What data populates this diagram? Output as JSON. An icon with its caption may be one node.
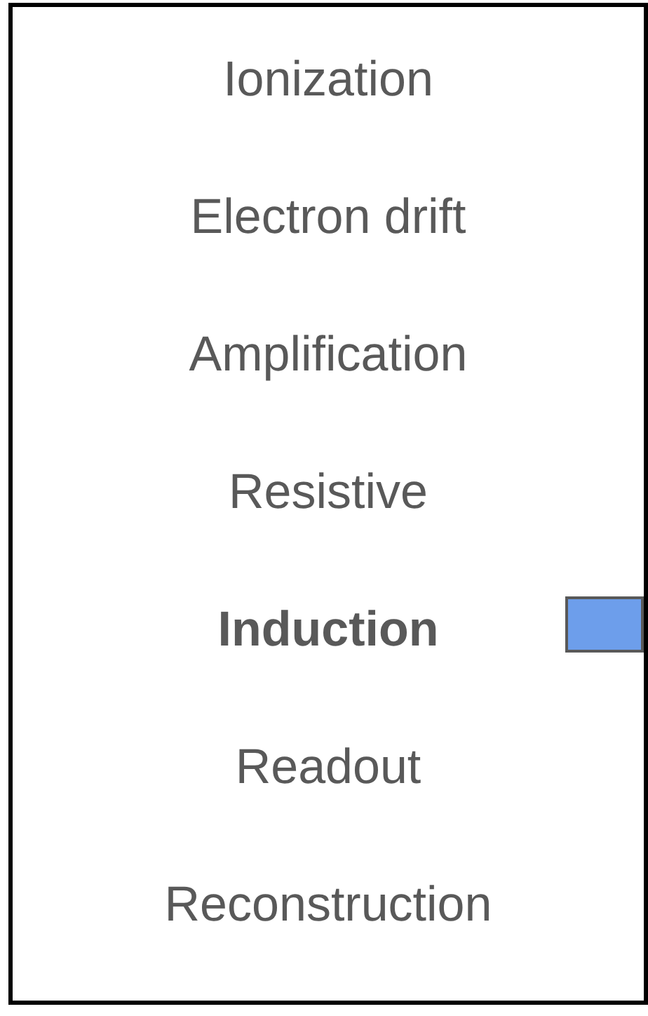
{
  "diagram": {
    "nodes": [
      {
        "text": [
          "Ionization",
          "Electron drift",
          "Amplification",
          "Resistive",
          "**Induction**",
          "Readout",
          "Reconstruction"
        ]
      },
      {
        "text": [],
        "shape": "box",
        "in": 0
      }
    ]
  }
}
